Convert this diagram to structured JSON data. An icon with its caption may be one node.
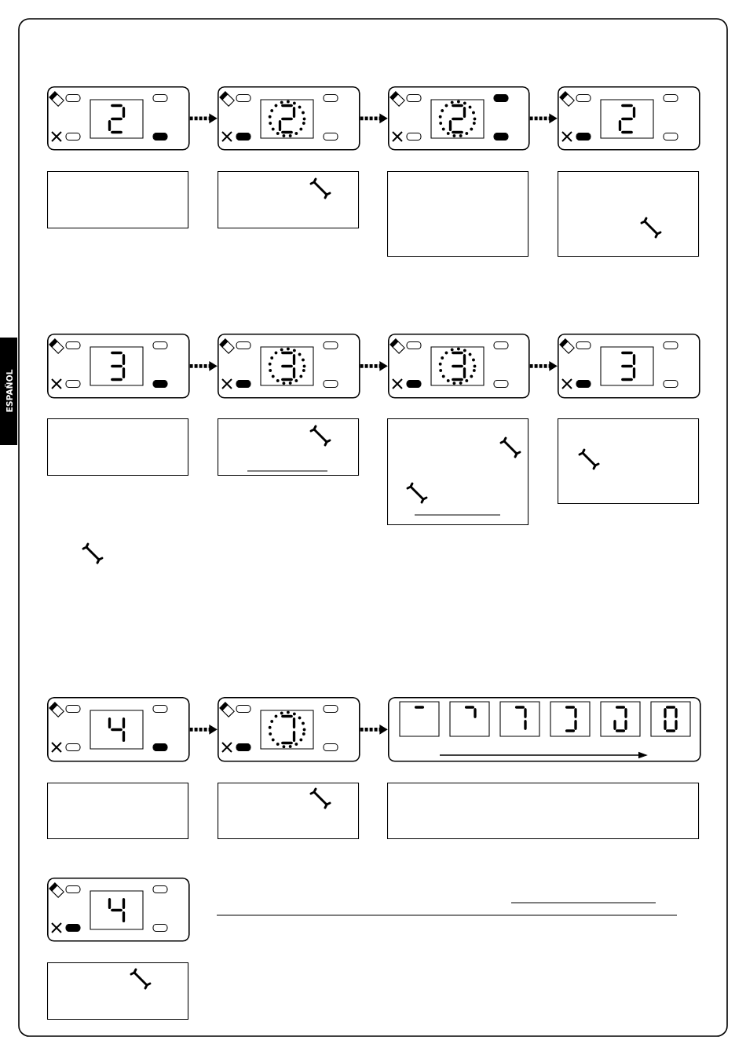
{
  "diagram": {
    "nodes": [
      {
        "text": [],
        "shape": "box"
      },
      {
        "text": [],
        "shape": "box"
      },
      {
        "text": [],
        "shape": "box"
      },
      {
        "text": [],
        "shape": "box"
      },
      {
        "text": [],
        "shape": "box"
      },
      {
        "text": [],
        "shape": "box"
      },
      {
        "text": [],
        "shape": "box"
      },
      {
        "text": [],
        "shape": "box"
      },
      {
        "text": [],
        "shape": "box"
      },
      {
        "text": [],
        "shape": "box"
      },
      {
        "text": [],
        "shape": "box"
      },
      {
        "text": [],
        "shape": "box"
      },
      {
        "text": [],
        "shape": "box"
      },
      {
        "text": [],
        "shape": "box"
      },
      {
        "text": [],
        "shape": "box"
      },
      {
        "text": [],
        "shape": "box"
      },
      {
        "text": [],
        "shape": "box"
      },
      {
        "text": [],
        "shape": "box"
      },
      {
        "text": [],
        "shape": "box"
      },
      {
        "text": [],
        "shape": "box"
      },
      {
        "text": [],
        "shape": "box"
      },
      {
        "text": [],
        "shape": "box"
      },
      {
        "text": [],
        "shape": "box"
      },
      {
        "text": [],
        "shape": "box"
      }
    ],
    "edges": [
      {
        "from": 0,
        "to": 1,
        "arrow": "to"
      },
      {
        "from": 1,
        "to": 2,
        "arrow": "to"
      },
      {
        "from": 2,
        "to": 3,
        "arrow": "to"
      },
      {
        "from": 8,
        "to": 9,
        "arrow": "to"
      },
      {
        "from": 9,
        "to": 10,
        "arrow": "to"
      },
      {
        "from": 10,
        "to": 11,
        "arrow": "to"
      },
      {
        "from": 16,
        "to": 17,
        "arrow": "to"
      },
      {
        "from": 17,
        "to": 18,
        "arrow": "to"
      }
    ],
    "labels": [
      "ESPAÑOL"
    ]
  }
}
